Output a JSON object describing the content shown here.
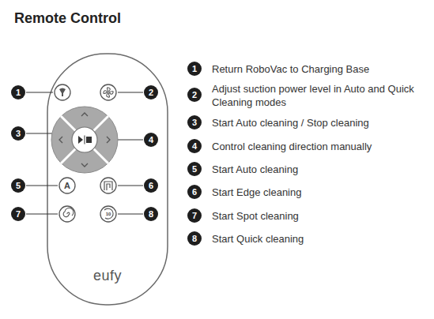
{
  "diagram": {
    "title": "Remote Control",
    "labels": [
      "1",
      "2",
      "3",
      "4",
      "5",
      "6",
      "7",
      "8",
      "A",
      "10",
      "eufy",
      "1",
      "Return RoboVac to Charging Base",
      "2",
      "Adjust suction power level in Auto and Quick Cleaning modes",
      "3",
      "Start Auto cleaning / Stop cleaning",
      "4",
      "Control cleaning direction manually",
      "5",
      "Start Auto cleaning",
      "6",
      "Start Edge cleaning",
      "7",
      "Start Spot cleaning",
      "8",
      "Start Quick cleaning"
    ]
  }
}
